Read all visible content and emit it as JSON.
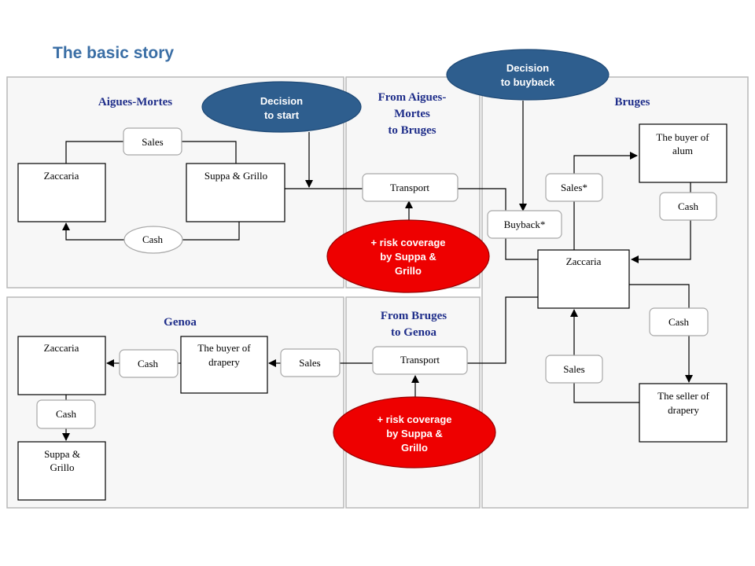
{
  "title": "The basic story",
  "panels": {
    "aigues_mortes": "Aigues-Mortes",
    "from_am_to_bruges": [
      "From Aigues-",
      "Mortes",
      "to Bruges"
    ],
    "bruges": "Bruges",
    "genoa": "Genoa",
    "from_bruges_to_genoa": [
      "From Bruges",
      "to Genoa"
    ]
  },
  "nodes": {
    "zaccaria_am": "Zaccaria",
    "suppa_grillo_am": "Suppa & Grillo",
    "sales_am": "Sales",
    "cash_am": "Cash",
    "transport_1": "Transport",
    "buyback": "Buyback*",
    "sales_star": "Sales*",
    "buyer_alum": [
      "The buyer of",
      "alum"
    ],
    "cash_bruges_top": "Cash",
    "zaccaria_bruges": "Zaccaria",
    "cash_bruges_mid": "Cash",
    "sales_bruges": "Sales",
    "seller_drapery": [
      "The seller of",
      "drapery"
    ],
    "transport_2": "Transport",
    "sales_genoa": "Sales",
    "buyer_drapery": [
      "The buyer of",
      "drapery"
    ],
    "cash_genoa": "Cash",
    "zaccaria_genoa": "Zaccaria",
    "cash_genoa_2": "Cash",
    "suppa_grillo_genoa": [
      "Suppa &",
      "Grillo"
    ]
  },
  "callouts": {
    "decision_start": [
      "Decision",
      "to start"
    ],
    "decision_buyback": [
      "Decision",
      "to buyback"
    ],
    "risk_1": [
      "+ risk coverage",
      "by Suppa &",
      "Grillo"
    ],
    "risk_2": [
      "+ risk coverage",
      "by Suppa &",
      "Grillo"
    ]
  },
  "colors": {
    "title": "#3a6ea5",
    "panel_title": "#1f2e8a",
    "decision_fill": "#2e5e8e",
    "risk_fill": "#ee0000"
  }
}
